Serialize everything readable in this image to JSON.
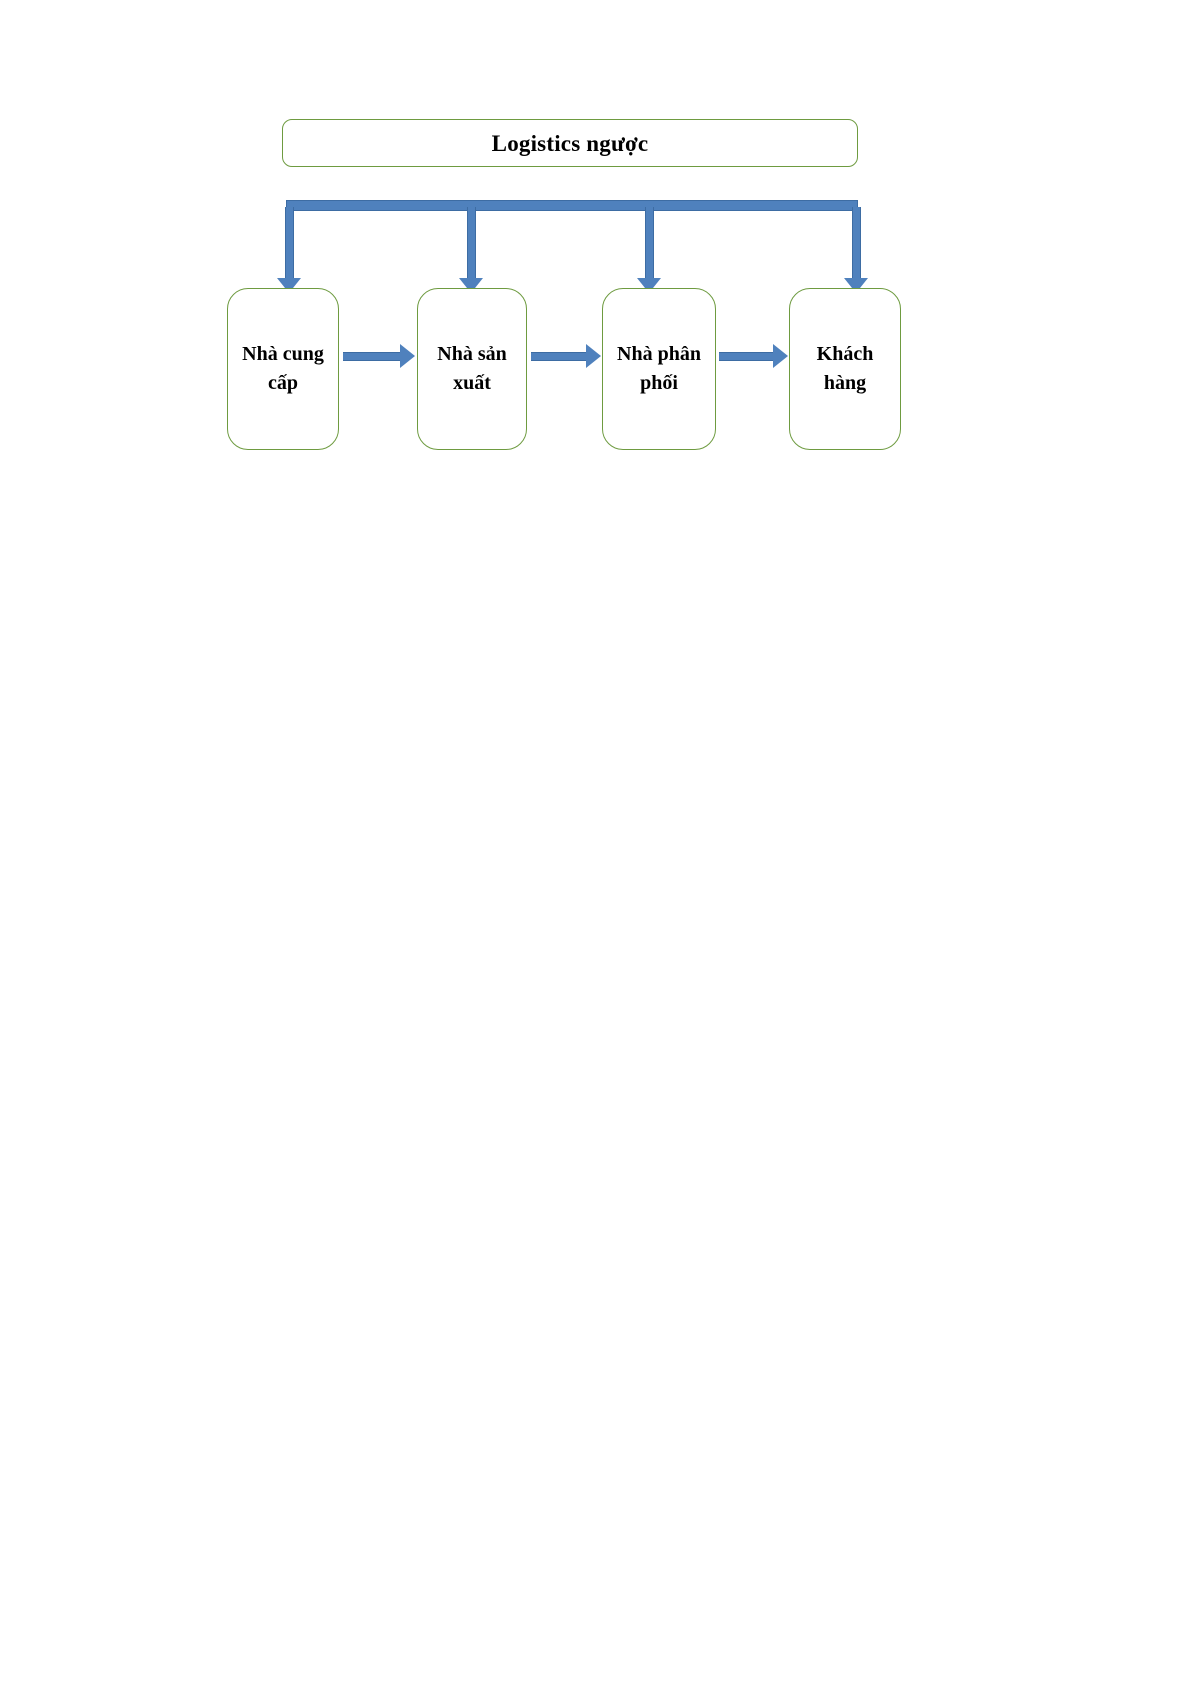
{
  "diagram": {
    "title": "Logistics ngược",
    "nodes": [
      {
        "label": "Nhà cung cấp"
      },
      {
        "label": "Nhà sản xuất"
      },
      {
        "label": "Nhà phân phối"
      },
      {
        "label": "Khách hàng"
      }
    ],
    "colors": {
      "box_border": "#6E9B40",
      "arrow": "#4F81BD",
      "arrow_outline": "#3D6CA3",
      "text": "#000000",
      "background": "#FFFFFF"
    }
  }
}
